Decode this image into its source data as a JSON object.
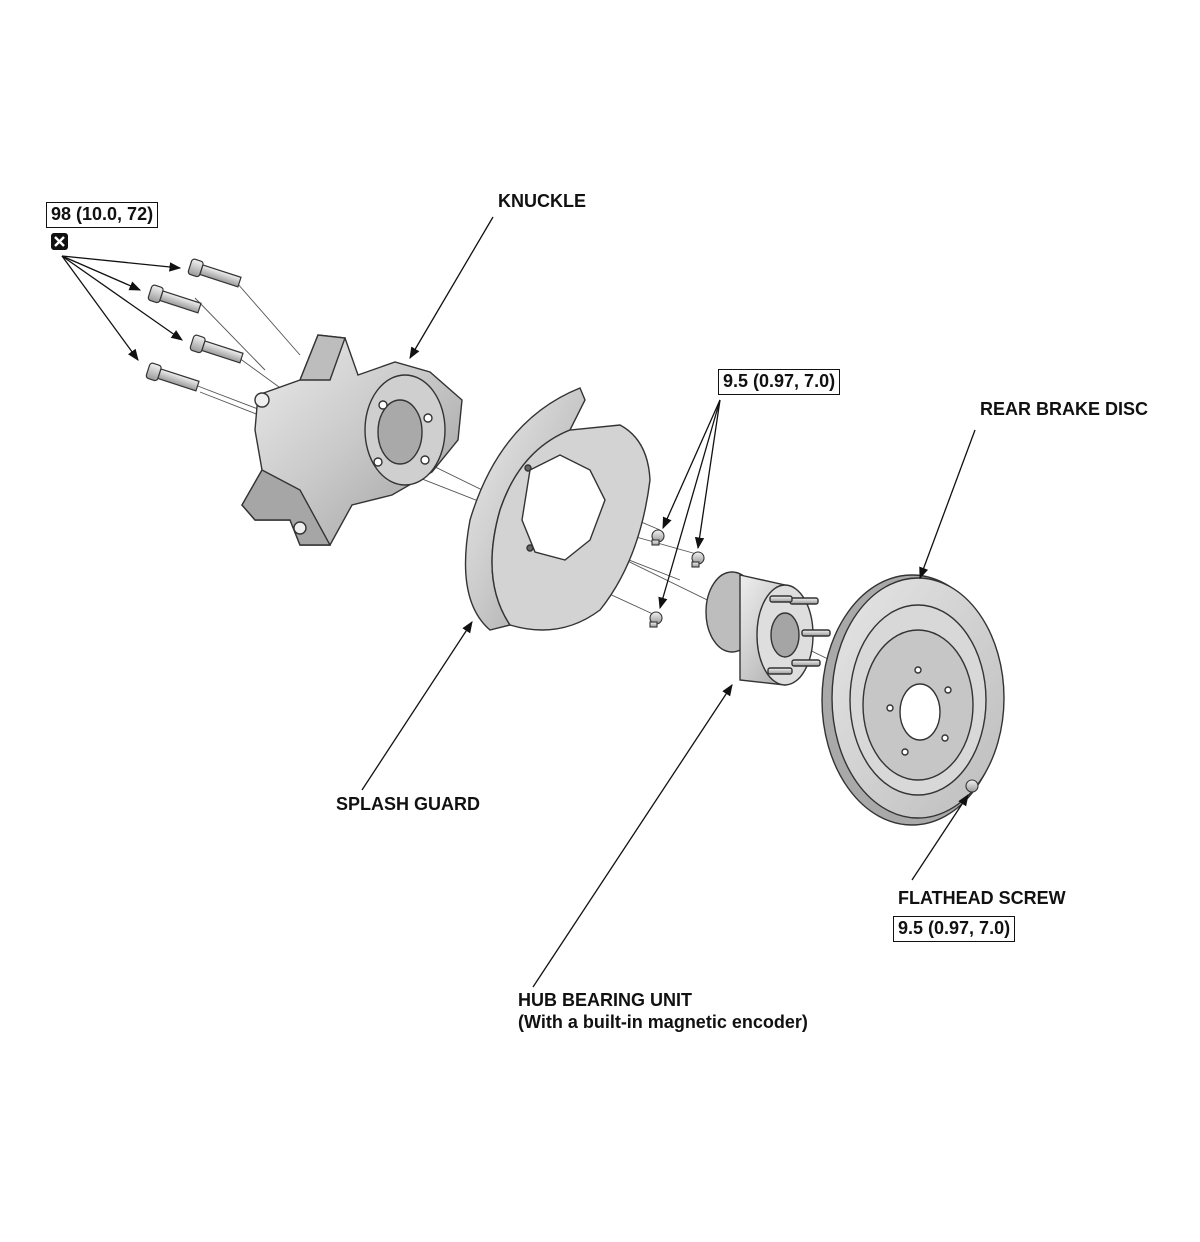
{
  "labels": {
    "knuckle": "KNUCKLE",
    "rear_brake_disc": "REAR BRAKE DISC",
    "splash_guard": "SPLASH GUARD",
    "flathead_screw": "FLATHEAD SCREW",
    "hub_bearing_unit_line1": "HUB BEARING UNIT",
    "hub_bearing_unit_line2": "(With a built-in magnetic encoder)"
  },
  "torque_specs": {
    "knuckle_bolts": "98 (10.0, 72)",
    "splash_guard_bolts": "9.5 (0.97, 7.0)",
    "flathead_screw": "9.5 (0.97, 7.0)"
  },
  "icons": {
    "replace": "replace-part-icon"
  },
  "colors": {
    "line": "#111111",
    "part_light": "#d9d9d9",
    "part_mid": "#b5b5b5",
    "part_dark": "#8c8c8c"
  }
}
